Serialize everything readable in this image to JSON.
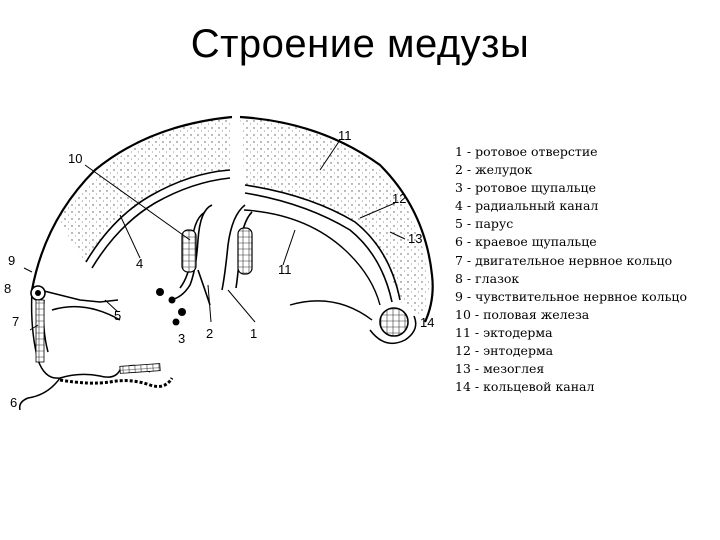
{
  "title": "Строение медузы",
  "diagram_labels": [
    "1",
    "2",
    "3",
    "4",
    "5",
    "6",
    "7",
    "8",
    "9",
    "10",
    "11",
    "11",
    "12",
    "13",
    "14"
  ],
  "legend": [
    "1 - ротовое отверстие",
    "2 - желудок",
    "3 - ротовое щупальце",
    "4 - радиальный канал",
    "5 - парус",
    "6 - краевое щупальце",
    "7 - двигательное нервное кольцо",
    "8 - глазок",
    "9 - чувствительное нервное кольцо",
    "10 - половая железа",
    "11 - эктодерма",
    "12 - энтодерма",
    "13 - мезоглея",
    "14 - кольцевой канал"
  ]
}
